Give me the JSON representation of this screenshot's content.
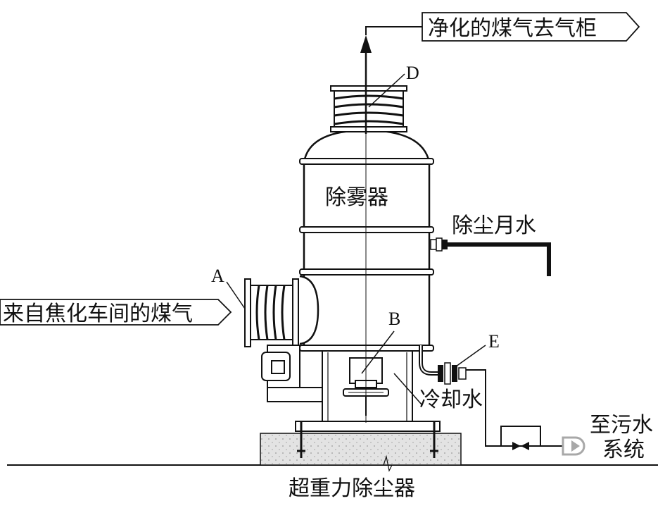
{
  "labels": {
    "outlet": "净化的煤气去气柜",
    "inlet": "来自焦化车间的煤气",
    "demister": "除雾器",
    "dust_water": "除尘月水",
    "cooling_water": "冷却水",
    "sewage_line1": "至污水",
    "sewage_line2": "系统",
    "caption": "超重力除尘器"
  },
  "markers": {
    "a": "A",
    "b": "B",
    "d": "D",
    "e": "E"
  },
  "colors": {
    "ink": "#111111",
    "hatch": "#d9d9d9",
    "arrow_grey": "#a8a8a8"
  }
}
